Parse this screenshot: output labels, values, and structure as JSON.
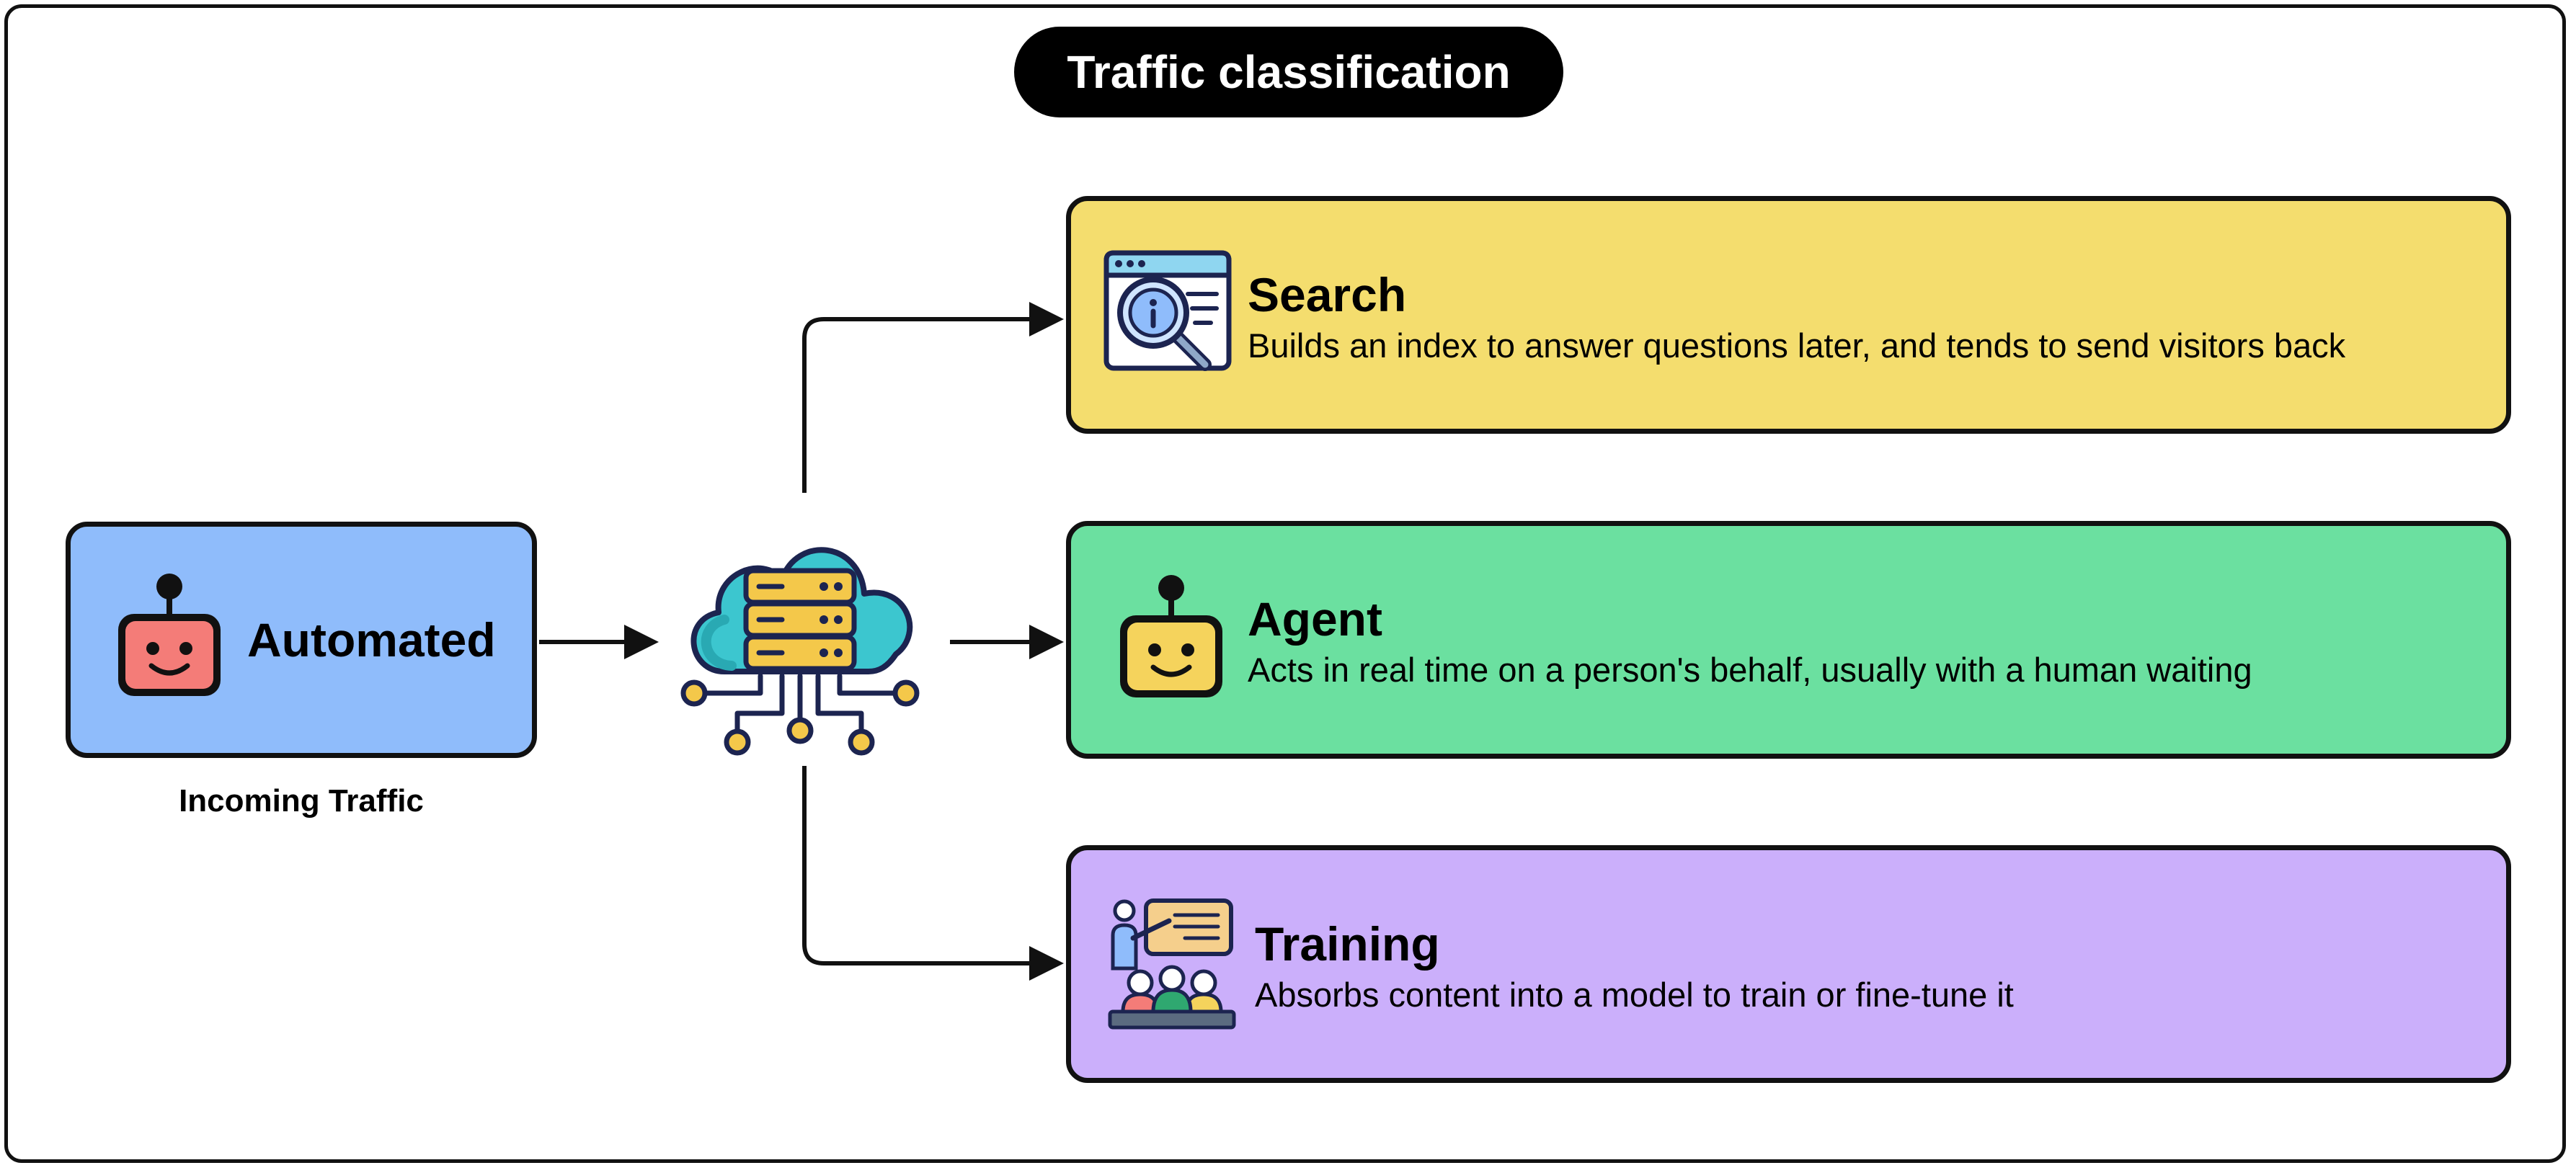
{
  "title": "Traffic classification",
  "source": {
    "label": "Automated",
    "caption": "Incoming Traffic",
    "icon": "robot-icon"
  },
  "hub": {
    "icon": "cloud-server-network-icon"
  },
  "categories": [
    {
      "title": "Search",
      "description": "Builds an index to answer questions later, and tends to send visitors back",
      "icon": "magnifier-browser-icon"
    },
    {
      "title": "Agent",
      "description": "Acts in real time on a person's behalf, usually with a human waiting",
      "icon": "robot-icon"
    },
    {
      "title": "Training",
      "description": "Absorbs content into a model to train or fine-tune it",
      "icon": "presentation-audience-icon"
    }
  ],
  "colors": {
    "title_pill": "#000000",
    "source_box": "#8fbcfb",
    "search_box": "#f4dd6e",
    "agent_box": "#6be0a0",
    "training_box": "#cbaffb",
    "source_robot": "#f47c78",
    "agent_robot": "#f5d35c",
    "outline": "#111111"
  }
}
